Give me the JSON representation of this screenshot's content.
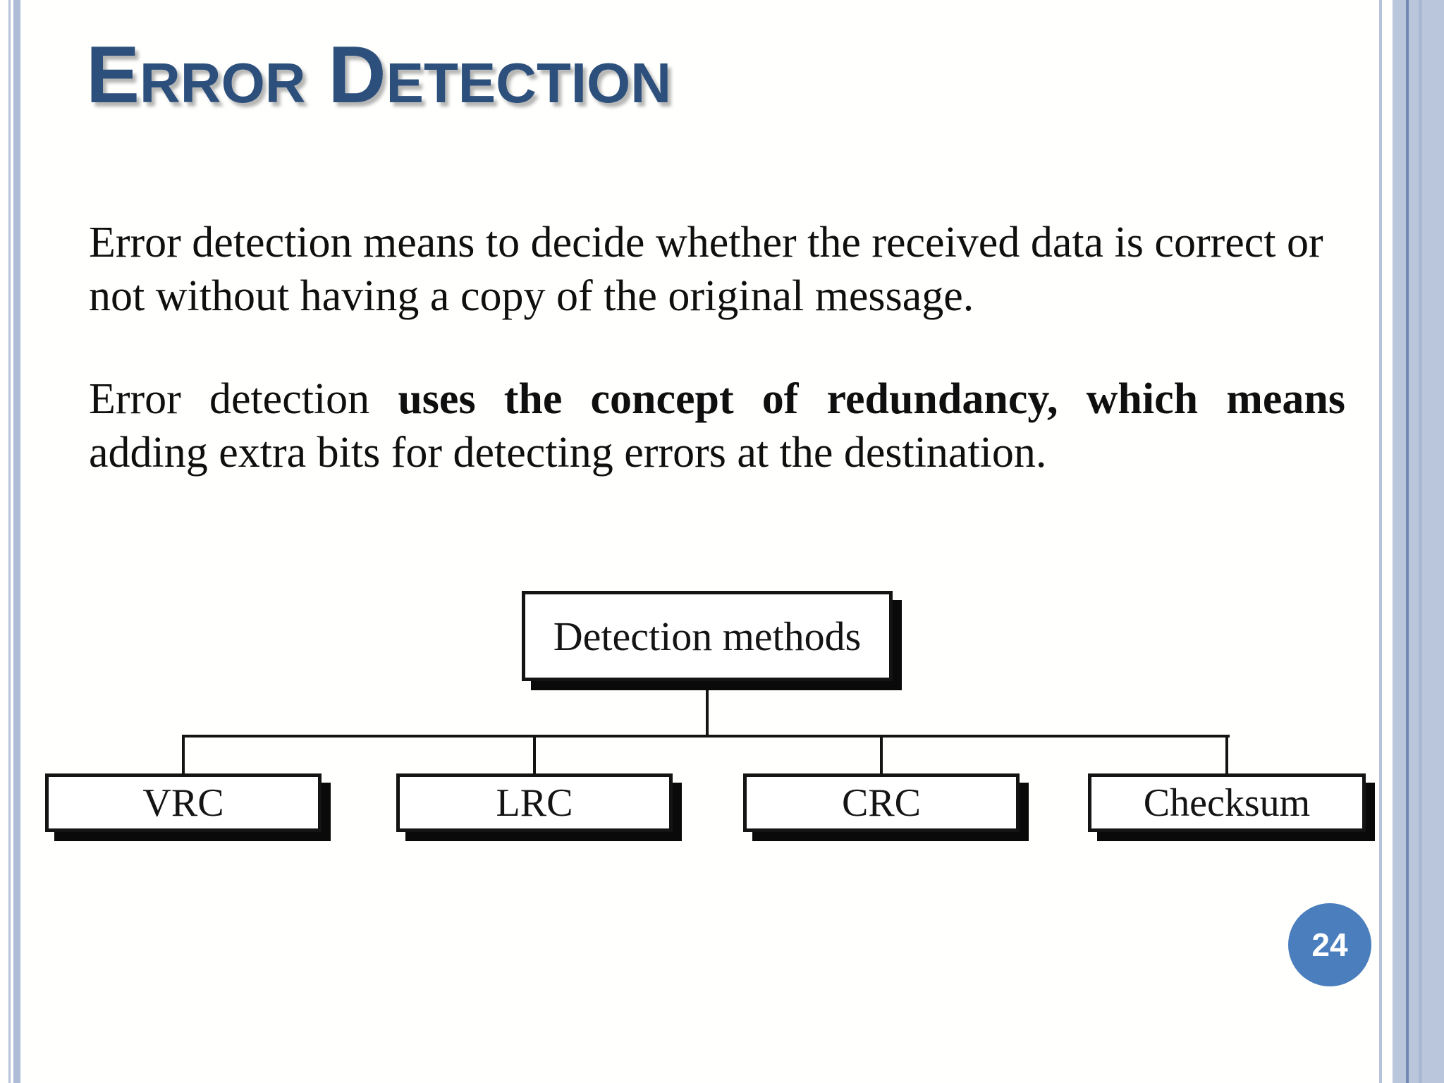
{
  "slide": {
    "title": "Error Detection",
    "page_number": "24"
  },
  "body": {
    "paragraph1": {
      "line1": "Error detection means to decide whether the received data is correct or",
      "line2": "not without having a copy of the original message."
    },
    "paragraph2": {
      "normal_start": "Error detection ",
      "bold": "uses the concept of redundancy, which means",
      "line2": "adding extra bits for detecting errors at the destination."
    }
  },
  "diagram": {
    "root": "Detection methods",
    "children": [
      "VRC",
      "LRC",
      "CRC",
      "Checksum"
    ]
  },
  "colors": {
    "title_blue": "#2c4f7c",
    "page_badge_blue": "#4b7ebd",
    "border_stripe_blue": "#adbdd8",
    "right_band_blue": "#b9c6dc",
    "right_dark_line_blue": "#7489b2",
    "diagram_line_black": "#141414"
  }
}
